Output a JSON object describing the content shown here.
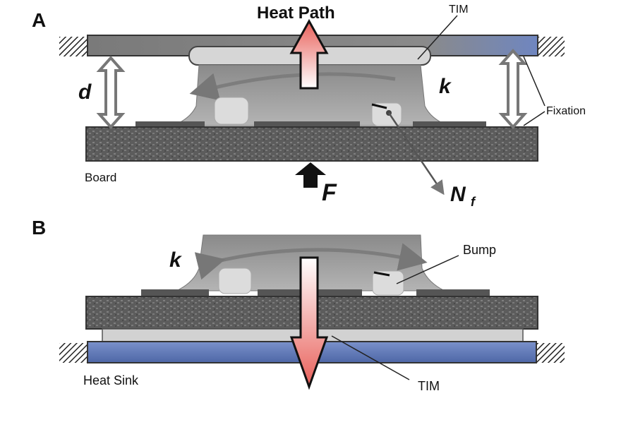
{
  "panels": {
    "a": {
      "letter": "A",
      "heat_path": "Heat Path",
      "tim": "TIM",
      "d": "d",
      "k": "k",
      "fixation": "Fixation",
      "board": "Board",
      "f": "F",
      "n": "N",
      "n_sub": "f"
    },
    "b": {
      "letter": "B",
      "k": "k",
      "bump": "Bump",
      "heat_sink": "Heat Sink",
      "tim": "TIM"
    }
  },
  "colors": {
    "heat_arrow": "#e8605a",
    "heat_sink": "#5c77b6",
    "board": "#5a5a5a",
    "tim": "#d2d2d2",
    "chip": "#9a9a9a"
  }
}
